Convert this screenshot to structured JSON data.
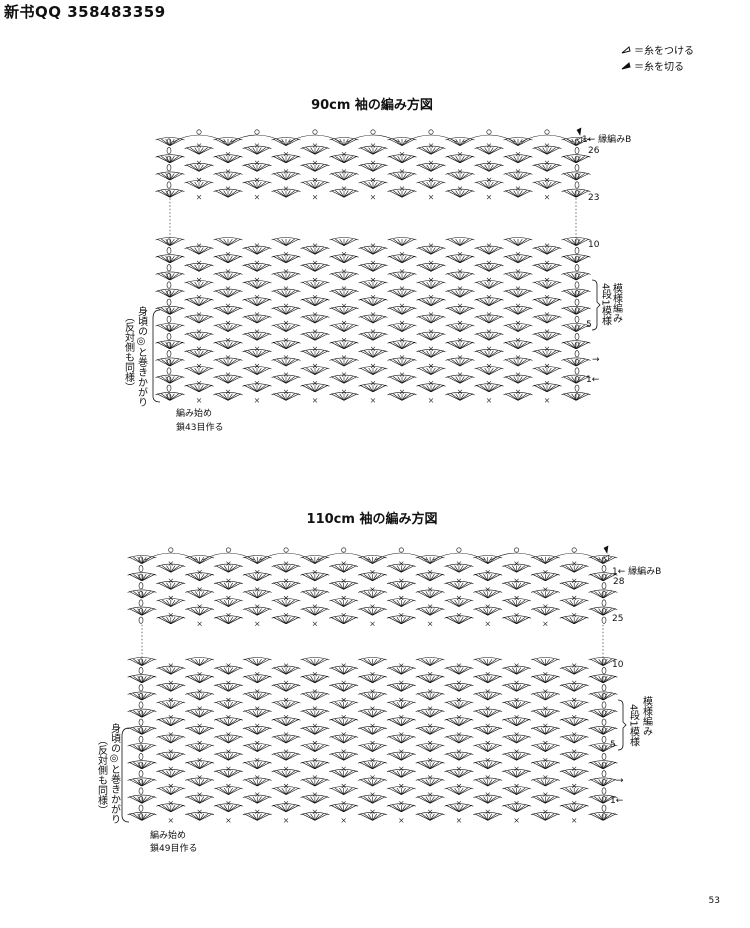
{
  "watermark": "新书QQ 358483359",
  "legend": {
    "attach_label": "＝糸をつける",
    "cut_label": "＝糸を切る",
    "attach_icon": "white-triangle-marker",
    "cut_icon": "black-triangle-marker"
  },
  "charts": [
    {
      "title": "90cm 袖の編み方図",
      "edge_label": "1← 縁編みB",
      "row_labels": [
        "26",
        "23",
        "10",
        "5",
        "→",
        "1←"
      ],
      "pattern_label_a": "模様編み",
      "pattern_label_b": "4段1模様",
      "side_note": [
        "身頃の◎と巻きかがり",
        "（反対側も同様）"
      ],
      "start_note_1": "編み始め",
      "start_note_2": "鎖43目作る",
      "repeats": 7
    },
    {
      "title": "110cm 袖の編み方図",
      "edge_label": "1← 縁編みB",
      "row_labels": [
        "28",
        "25",
        "10",
        "5",
        "→",
        "1←"
      ],
      "pattern_label_a": "模様編み",
      "pattern_label_b": "4段1模様",
      "side_note": [
        "身頃の◎と巻きかがり",
        "（反対側も同様）"
      ],
      "start_note_1": "編み始め",
      "start_note_2": "鎖49目作る",
      "repeats": 8
    }
  ],
  "page_number": "53"
}
